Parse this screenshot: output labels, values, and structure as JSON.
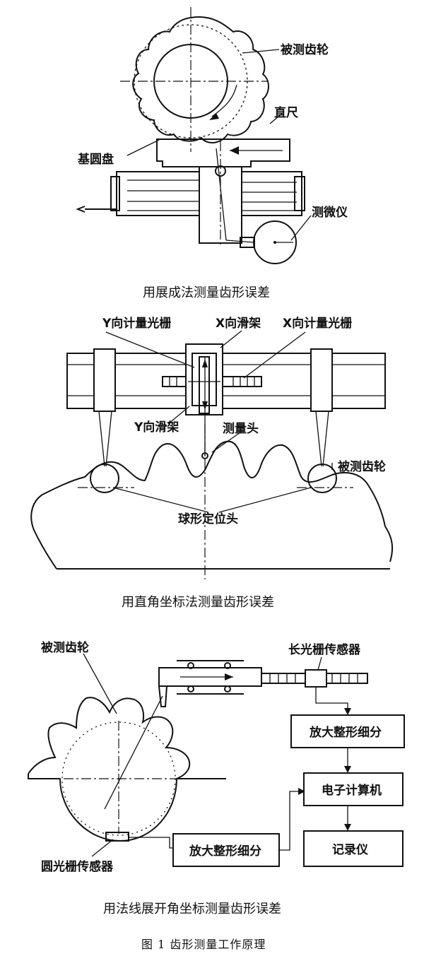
{
  "panel1": {
    "caption": "用展成法测量齿形误差",
    "labels": {
      "gear": "被测齿轮",
      "ruler": "直尺",
      "base_disc": "基圆盘",
      "micrometer": "测微仪"
    }
  },
  "panel2": {
    "caption": "用直角坐标法测量齿形误差",
    "labels": {
      "y_grating": "Y向计量光栅",
      "x_slide": "X向滑架",
      "x_grating": "X向计量光栅",
      "y_slide": "Y向滑架",
      "probe": "测量头",
      "gear": "被测齿轮",
      "ball_locator": "球形定位头"
    }
  },
  "panel3": {
    "caption": "用法线展开角坐标测量齿形误差",
    "labels": {
      "gear": "被测齿轮",
      "long_grating": "长光栅传感器",
      "amp_right": "放大整形细分",
      "computer": "电子计算机",
      "amp_bottom": "放大整形细分",
      "recorder": "记录仪",
      "circ_grating": "圆光栅传感器"
    }
  },
  "figure_caption": "图 1   齿形测量工作原理"
}
